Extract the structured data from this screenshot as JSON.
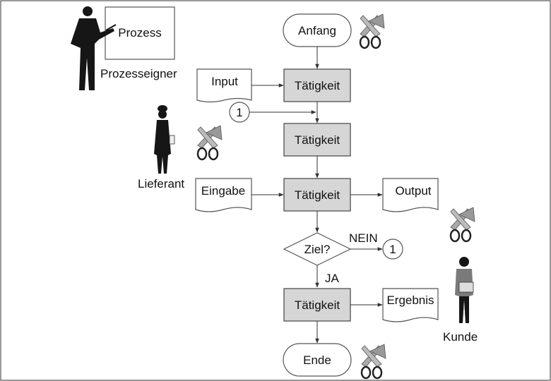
{
  "process_box": {
    "label": "Prozess"
  },
  "owner": {
    "label": "Prozesseigner"
  },
  "supplier": {
    "label": "Lieferant"
  },
  "customer": {
    "label": "Kunde"
  },
  "nodes": {
    "start": "Anfang",
    "input": "Input",
    "activity_1": "Tätigkeit",
    "connector_in": "1",
    "activity_2": "Tätigkeit",
    "eingabe": "Eingabe",
    "activity_3": "Tätigkeit",
    "output": "Output",
    "decision": "Ziel?",
    "no_label": "NEIN",
    "connector_out": "1",
    "yes_label": "JA",
    "activity_4": "Tätigkeit",
    "ergebnis": "Ergebnis",
    "end": "Ende"
  },
  "icons": [
    "scissors-icon",
    "person-pointer-icon",
    "person-supplier-icon",
    "person-customer-icon"
  ],
  "colors": {
    "activity_fill": "#d6d6d6",
    "stroke": "#444444"
  }
}
